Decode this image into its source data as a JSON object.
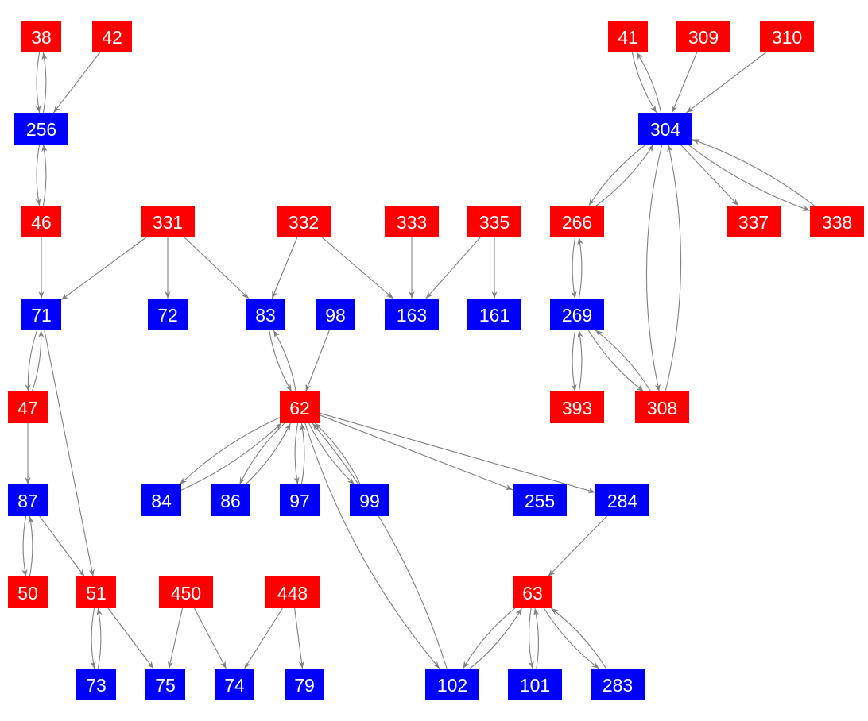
{
  "colors": {
    "red": "#ff0000",
    "blue": "#0000ff",
    "edge": "#808080"
  },
  "nodes": [
    {
      "id": "38",
      "color": "red"
    },
    {
      "id": "42",
      "color": "red"
    },
    {
      "id": "41",
      "color": "red"
    },
    {
      "id": "309",
      "color": "red"
    },
    {
      "id": "310",
      "color": "red"
    },
    {
      "id": "256",
      "color": "blue"
    },
    {
      "id": "304",
      "color": "blue"
    },
    {
      "id": "46",
      "color": "red"
    },
    {
      "id": "331",
      "color": "red"
    },
    {
      "id": "332",
      "color": "red"
    },
    {
      "id": "333",
      "color": "red"
    },
    {
      "id": "335",
      "color": "red"
    },
    {
      "id": "266",
      "color": "red"
    },
    {
      "id": "337",
      "color": "red"
    },
    {
      "id": "338",
      "color": "red"
    },
    {
      "id": "71",
      "color": "blue"
    },
    {
      "id": "72",
      "color": "blue"
    },
    {
      "id": "83",
      "color": "blue"
    },
    {
      "id": "98",
      "color": "blue"
    },
    {
      "id": "163",
      "color": "blue"
    },
    {
      "id": "161",
      "color": "blue"
    },
    {
      "id": "269",
      "color": "blue"
    },
    {
      "id": "47",
      "color": "red"
    },
    {
      "id": "62",
      "color": "red"
    },
    {
      "id": "393",
      "color": "red"
    },
    {
      "id": "308",
      "color": "red"
    },
    {
      "id": "87",
      "color": "blue"
    },
    {
      "id": "84",
      "color": "blue"
    },
    {
      "id": "86",
      "color": "blue"
    },
    {
      "id": "97",
      "color": "blue"
    },
    {
      "id": "99",
      "color": "blue"
    },
    {
      "id": "255",
      "color": "blue"
    },
    {
      "id": "284",
      "color": "blue"
    },
    {
      "id": "50",
      "color": "red"
    },
    {
      "id": "51",
      "color": "red"
    },
    {
      "id": "450",
      "color": "red"
    },
    {
      "id": "448",
      "color": "red"
    },
    {
      "id": "63",
      "color": "red"
    },
    {
      "id": "73",
      "color": "blue"
    },
    {
      "id": "75",
      "color": "blue"
    },
    {
      "id": "74",
      "color": "blue"
    },
    {
      "id": "79",
      "color": "blue"
    },
    {
      "id": "102",
      "color": "blue"
    },
    {
      "id": "101",
      "color": "blue"
    },
    {
      "id": "283",
      "color": "blue"
    }
  ],
  "edges": [
    [
      "38",
      "256"
    ],
    [
      "256",
      "38"
    ],
    [
      "42",
      "256"
    ],
    [
      "256",
      "46"
    ],
    [
      "46",
      "256"
    ],
    [
      "46",
      "71"
    ],
    [
      "331",
      "71"
    ],
    [
      "331",
      "72"
    ],
    [
      "331",
      "83"
    ],
    [
      "332",
      "83"
    ],
    [
      "332",
      "163"
    ],
    [
      "333",
      "163"
    ],
    [
      "335",
      "163"
    ],
    [
      "335",
      "161"
    ],
    [
      "71",
      "47"
    ],
    [
      "47",
      "71"
    ],
    [
      "71",
      "51"
    ],
    [
      "47",
      "87"
    ],
    [
      "87",
      "50"
    ],
    [
      "50",
      "87"
    ],
    [
      "87",
      "51"
    ],
    [
      "51",
      "73"
    ],
    [
      "73",
      "51"
    ],
    [
      "51",
      "75"
    ],
    [
      "450",
      "75"
    ],
    [
      "450",
      "74"
    ],
    [
      "448",
      "74"
    ],
    [
      "448",
      "79"
    ],
    [
      "83",
      "62"
    ],
    [
      "62",
      "83"
    ],
    [
      "98",
      "62"
    ],
    [
      "62",
      "84"
    ],
    [
      "84",
      "62"
    ],
    [
      "62",
      "86"
    ],
    [
      "86",
      "62"
    ],
    [
      "62",
      "97"
    ],
    [
      "97",
      "62"
    ],
    [
      "62",
      "99"
    ],
    [
      "99",
      "62"
    ],
    [
      "62",
      "255"
    ],
    [
      "62",
      "284"
    ],
    [
      "62",
      "102"
    ],
    [
      "102",
      "62"
    ],
    [
      "284",
      "63"
    ],
    [
      "63",
      "102"
    ],
    [
      "102",
      "63"
    ],
    [
      "63",
      "101"
    ],
    [
      "101",
      "63"
    ],
    [
      "63",
      "283"
    ],
    [
      "283",
      "63"
    ],
    [
      "41",
      "304"
    ],
    [
      "304",
      "41"
    ],
    [
      "309",
      "304"
    ],
    [
      "310",
      "304"
    ],
    [
      "304",
      "266"
    ],
    [
      "266",
      "304"
    ],
    [
      "304",
      "337"
    ],
    [
      "304",
      "338"
    ],
    [
      "338",
      "304"
    ],
    [
      "304",
      "308"
    ],
    [
      "308",
      "304"
    ],
    [
      "266",
      "269"
    ],
    [
      "269",
      "266"
    ],
    [
      "269",
      "393"
    ],
    [
      "393",
      "269"
    ],
    [
      "269",
      "308"
    ],
    [
      "308",
      "269"
    ]
  ]
}
